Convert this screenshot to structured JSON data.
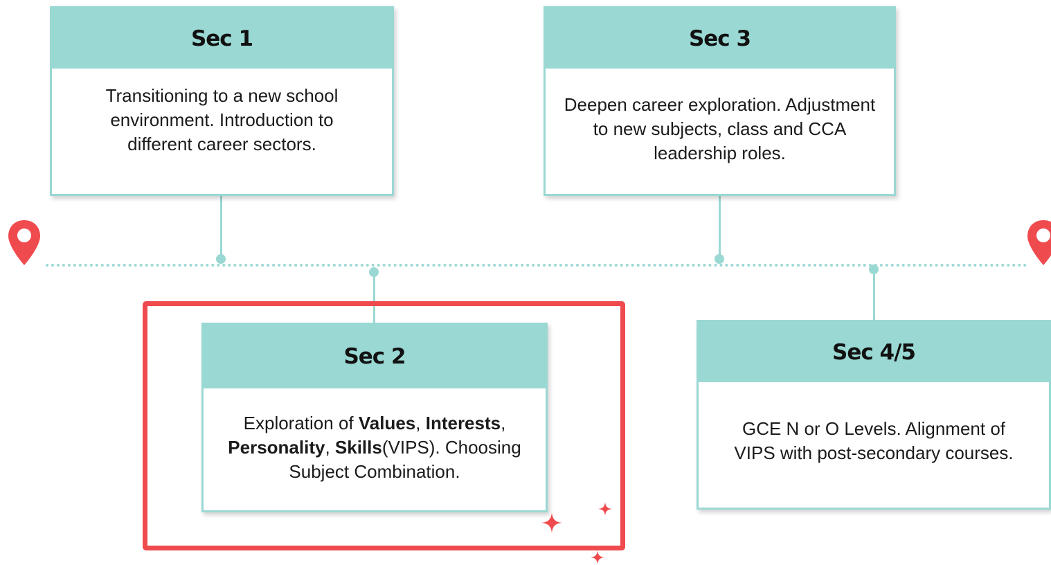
{
  "colors": {
    "accent_teal": "#9ad8d3",
    "highlight_red": "#ef4b4f"
  },
  "cards": {
    "sec1": {
      "title": "Sec 1",
      "body": "Transitioning to a new school environment. Introduction to different career sectors."
    },
    "sec2": {
      "title": "Sec 2",
      "body_parts": {
        "p1": "Exploration of ",
        "values": "Values",
        "p2": ", ",
        "interests": "Interests",
        "p3": ", ",
        "personality": "Personality",
        "p4": ", ",
        "skills": "Skills",
        "p5": "(VIPS). Choosing Subject Combination."
      }
    },
    "sec3": {
      "title": "Sec 3",
      "body": "Deepen career exploration. Adjustment to new subjects, class and CCA leadership roles."
    },
    "sec45": {
      "title": "Sec 4/5",
      "body": "GCE N or O Levels. Alignment of VIPS with post-secondary courses."
    }
  },
  "icons": [
    "location-pin-icon",
    "sparkle-icon"
  ]
}
